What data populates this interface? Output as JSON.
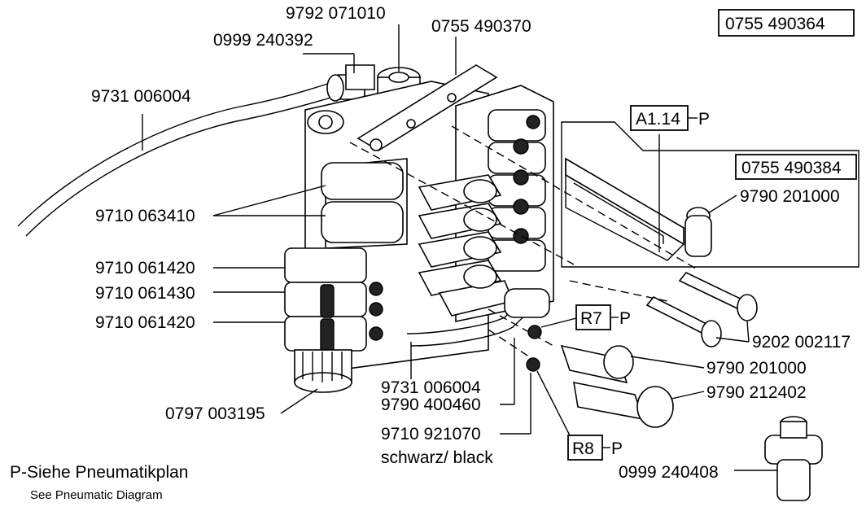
{
  "labels": {
    "top_right_ref": "0755 490364",
    "assembly_ref": "0755 490384",
    "block_top": "9792 071010",
    "fitting_top": "0999 240392",
    "rail": "0755 490370",
    "hose_upper": "9731 006004",
    "valve_pair": "9710 063410",
    "valve_1": "9710 061420",
    "valve_2": "9710 061430",
    "valve_3": "9710 061420",
    "silencer": "0797 003195",
    "hose_lower": "9731 006004",
    "plug": "9790 400460",
    "cap": "9710 921070",
    "cap_note": "schwarz/ black",
    "screw": "9202 002117",
    "elbow_small": "9790 201000",
    "elbow_right": "9790 201000",
    "reducer": "9790 212402",
    "tee": "0999 240408",
    "tag_a114": "A1.14",
    "tag_r7": "R7",
    "tag_r8": "R8",
    "tag_suffix": "P",
    "legend_de": "P-Siehe Pneumatikplan",
    "legend_en": "See Pneumatic Diagram"
  }
}
